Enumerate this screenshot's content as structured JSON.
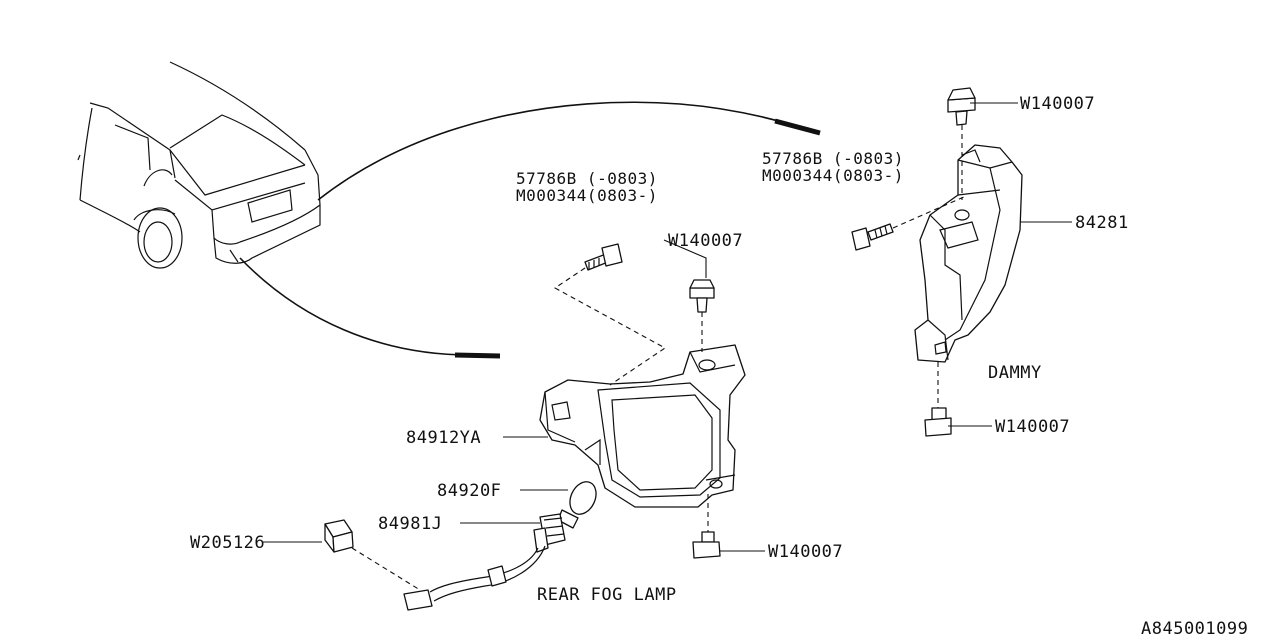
{
  "diagram": {
    "labels": {
      "clip": "W205126",
      "socket": "84981J",
      "bulb": "84920F",
      "lamp": "84912YA",
      "bolt_left_line1": "57786B (-0803)",
      "bolt_left_line2": "M000344(0803-)",
      "clip_left_top": "W140007",
      "clip_left_bottom": "W140007",
      "bolt_right_line1": "57786B (-0803)",
      "bolt_right_line2": "M000344(0803-)",
      "clip_right_top": "W140007",
      "dummy_part": "84281",
      "dummy_text": "DAMMY",
      "clip_right_bottom": "W140007",
      "caption": "REAR FOG LAMP",
      "drawing_id": "A845001099"
    }
  }
}
